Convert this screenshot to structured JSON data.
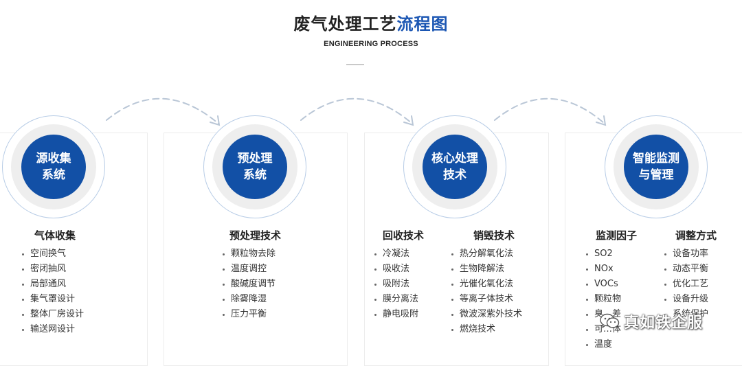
{
  "header": {
    "title_main": "废气处理工艺",
    "title_accent": "流程图",
    "subtitle": "ENGINEERING PROCESS"
  },
  "colors": {
    "accent": "#1b56b3",
    "circle_blue": "#1250a6",
    "ring_border": "#b7cce6",
    "arrow": "#b9c6d6"
  },
  "stages": [
    {
      "circle_line1": "源收集",
      "circle_line2": "系统",
      "columns": [
        {
          "title": "气体收集",
          "items": [
            "空间换气",
            "密闭抽风",
            "局部通风",
            "集气罩设计",
            "整体厂房设计",
            "输送网设计"
          ]
        }
      ]
    },
    {
      "circle_line1": "预处理",
      "circle_line2": "系统",
      "columns": [
        {
          "title": "预处理技术",
          "items": [
            "颗粒物去除",
            "温度调控",
            "酸碱度调节",
            "除雾降湿",
            "压力平衡"
          ]
        }
      ]
    },
    {
      "circle_line1": "核心处理",
      "circle_line2": "技术",
      "columns": [
        {
          "title": "回收技术",
          "items": [
            "冷凝法",
            "吸收法",
            "吸附法",
            "膜分离法",
            "静电吸附"
          ]
        },
        {
          "title": "销毁技术",
          "items": [
            "热分解氧化法",
            "生物降解法",
            "光催化氧化法",
            "等离子体技术",
            "微波深紫外技术",
            "燃烧技术"
          ]
        }
      ]
    },
    {
      "circle_line1": "智能监测",
      "circle_line2": "与管理",
      "columns": [
        {
          "title": "监测因子",
          "items": [
            "SO2",
            "NOx",
            "VOCs",
            "颗粒物",
            "臭…差",
            "可…体",
            "温度"
          ]
        },
        {
          "title": "调整方式",
          "items": [
            "设备功率",
            "动态平衡",
            "优化工艺",
            "设备升级",
            "系统保护"
          ]
        }
      ]
    }
  ],
  "watermark": {
    "icon": "wechat-icon",
    "text": "真如铁企服"
  }
}
